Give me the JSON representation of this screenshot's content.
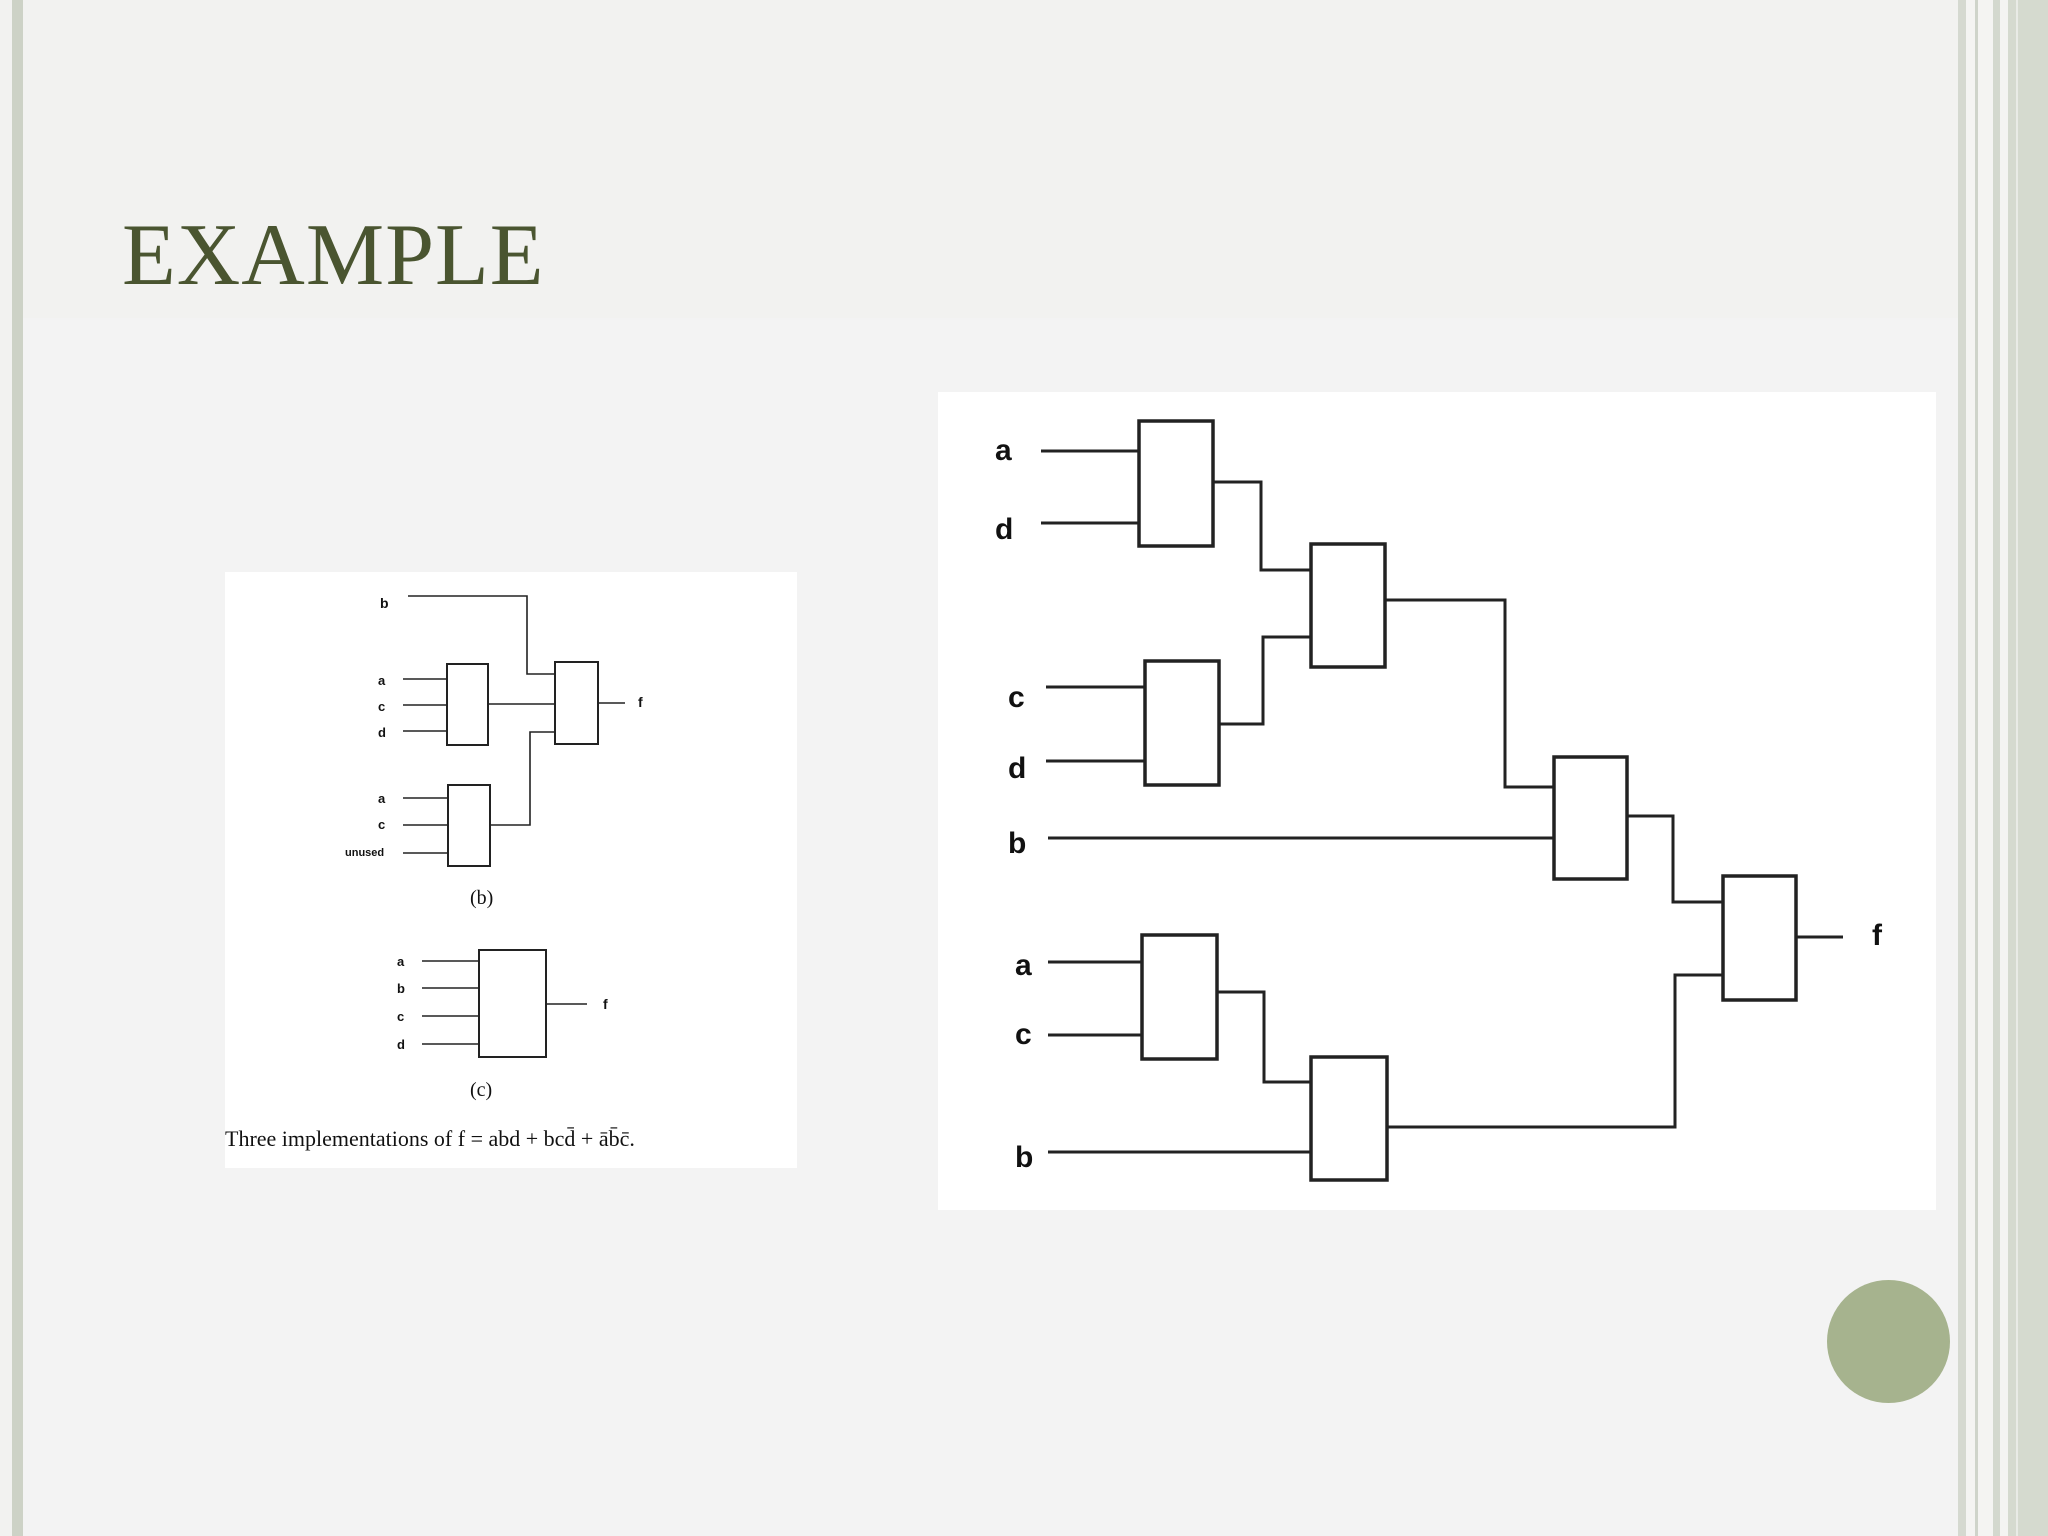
{
  "slide": {
    "title": "EXAMPLE",
    "accent_color": "#4a5530",
    "circle_color": "#a6b38e"
  },
  "figure_left": {
    "inputs_top": [
      "b"
    ],
    "inputs_group1": [
      "a",
      "c",
      "d"
    ],
    "inputs_group2": [
      "a",
      "c",
      "unused"
    ],
    "output_b": "f",
    "label_b": "(b)",
    "inputs_c": [
      "a",
      "b",
      "c",
      "d"
    ],
    "output_c": "f",
    "label_c": "(c)",
    "caption": "Three implementations of f = abd + bcd̄ + āb̄c̄."
  },
  "figure_right": {
    "inputs": [
      "a",
      "d",
      "c",
      "d",
      "b",
      "a",
      "c",
      "b"
    ],
    "output": "f"
  }
}
